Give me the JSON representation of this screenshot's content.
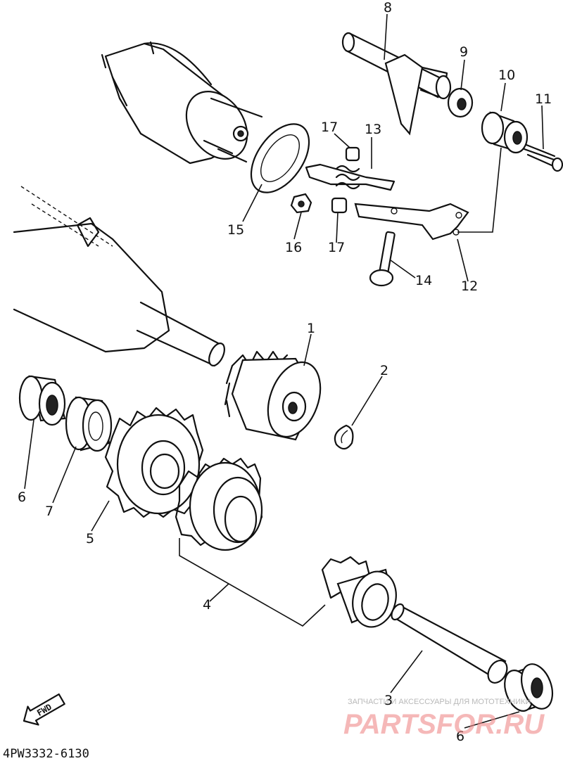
{
  "diagram": {
    "code": "4PW3332-6130",
    "fwd_label": "FWD",
    "callouts": [
      {
        "id": "c1",
        "label": "1"
      },
      {
        "id": "c2",
        "label": "2"
      },
      {
        "id": "c3",
        "label": "3"
      },
      {
        "id": "c4",
        "label": "4"
      },
      {
        "id": "c5",
        "label": "5"
      },
      {
        "id": "c6a",
        "label": "6"
      },
      {
        "id": "c6b",
        "label": "6"
      },
      {
        "id": "c7",
        "label": "7"
      },
      {
        "id": "c8",
        "label": "8"
      },
      {
        "id": "c9",
        "label": "9"
      },
      {
        "id": "c10",
        "label": "10"
      },
      {
        "id": "c11",
        "label": "11"
      },
      {
        "id": "c12",
        "label": "12"
      },
      {
        "id": "c13",
        "label": "13"
      },
      {
        "id": "c14",
        "label": "14"
      },
      {
        "id": "c15",
        "label": "15"
      },
      {
        "id": "c16",
        "label": "16"
      },
      {
        "id": "c17a",
        "label": "17"
      },
      {
        "id": "c17b",
        "label": "17"
      }
    ]
  },
  "watermark": {
    "small_text": "ЗАПЧАСТИ И АКСЕССУАРЫ ДЛЯ МОТОТЕХНИКИ",
    "logo_text": "PARTSFOR.RU"
  }
}
